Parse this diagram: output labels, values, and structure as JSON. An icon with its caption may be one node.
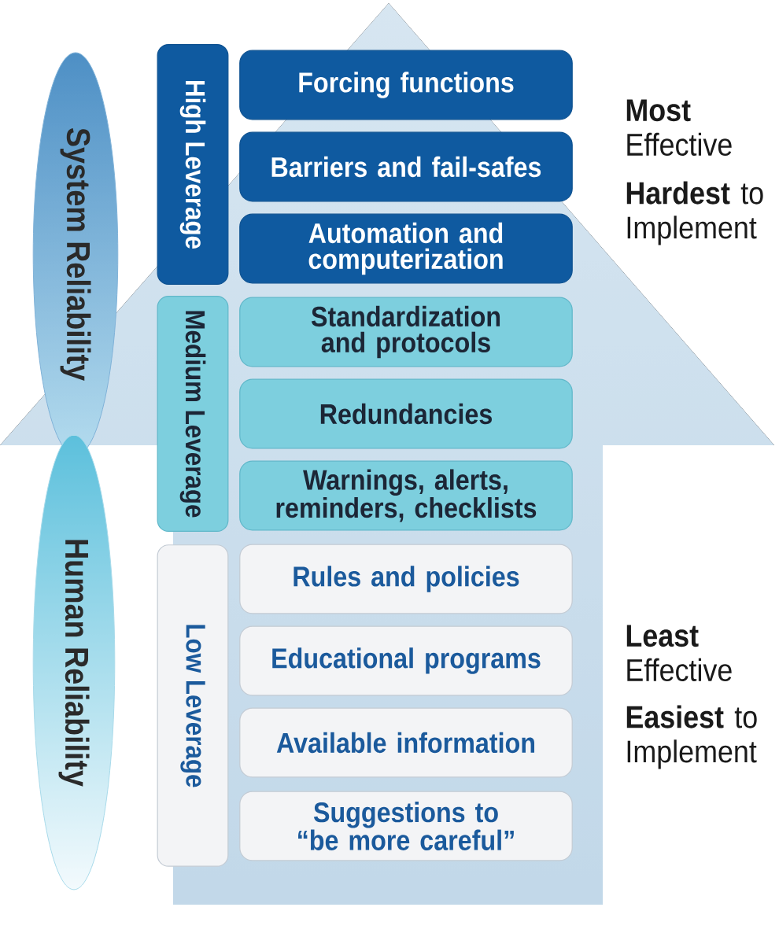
{
  "diagram": {
    "nodes": [
      {
        "text": [
          "System Reliability"
        ]
      },
      {
        "text": [
          "Human Reliability"
        ]
      },
      {
        "text": [
          "High Leverage"
        ]
      },
      {
        "text": [
          "Medium Leverage"
        ]
      },
      {
        "text": [
          "Low Leverage"
        ]
      },
      {
        "text": [
          "Forcing functions"
        ]
      },
      {
        "text": [
          "Barriers and fail-safes"
        ]
      },
      {
        "text": [
          "Automation and computerization"
        ]
      },
      {
        "text": [
          "Standardization and protocols"
        ]
      },
      {
        "text": [
          "Redundancies"
        ]
      },
      {
        "text": [
          "Warnings, alerts, reminders, checklists"
        ]
      },
      {
        "text": [
          "Rules and policies"
        ]
      },
      {
        "text": [
          "Educational programs"
        ]
      },
      {
        "text": [
          "Available information"
        ]
      },
      {
        "text": [
          "Suggestions to “be more careful”"
        ]
      }
    ],
    "labels": [
      "**Most** Effective",
      "**Hardest** to Implement",
      "**Least** Effective",
      "**Easiest** to Implement"
    ]
  }
}
